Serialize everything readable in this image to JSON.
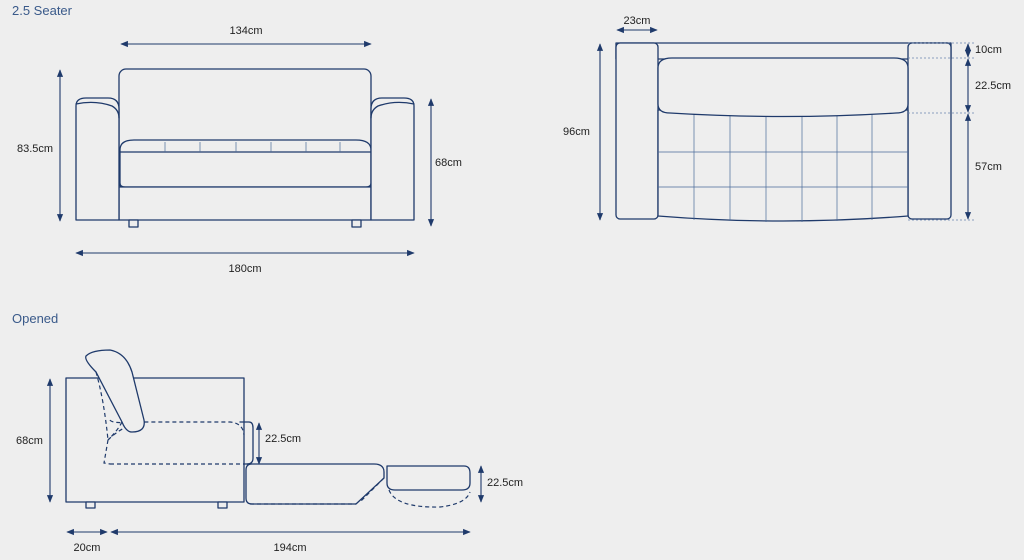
{
  "sections": {
    "seater_title": "2.5 Seater",
    "opened_title": "Opened"
  },
  "dimensions": {
    "front_top_width": "134cm",
    "front_height": "83.5cm",
    "front_seat_height": "68cm",
    "front_total_width": "180cm",
    "top_arm_width": "23cm",
    "top_back_depth": "10cm",
    "top_cushion_depth": "22.5cm",
    "top_seat_depth": "57cm",
    "top_total_depth": "96cm",
    "opened_height": "68cm",
    "opened_back_height": "22.5cm",
    "opened_foot_height": "22.5cm",
    "opened_arm_width": "20cm",
    "opened_total_length": "194cm"
  },
  "colors": {
    "line": "#1f3a6b",
    "background": "#eeeeee",
    "title": "#3a5a8a"
  }
}
